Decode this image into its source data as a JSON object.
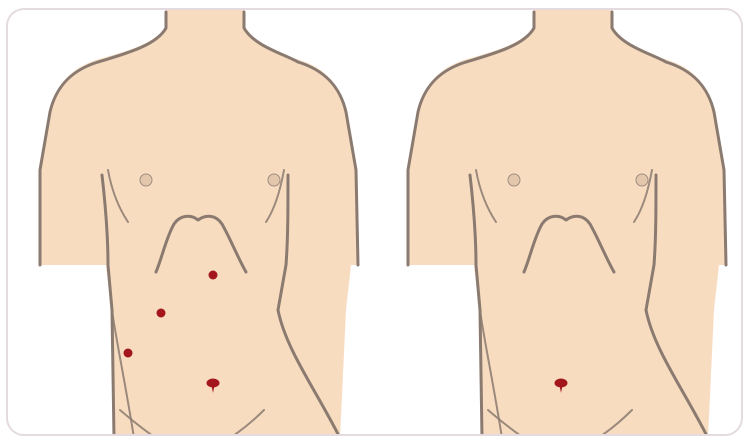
{
  "figure": {
    "panels": [
      {
        "id": "multi-port",
        "incisions": [
          {
            "site": "upper-midline",
            "marker": "port-dot"
          },
          {
            "site": "right-middle",
            "marker": "port-dot"
          },
          {
            "site": "right-lower",
            "marker": "port-dot"
          },
          {
            "site": "umbilicus",
            "marker": "umbilical-port"
          }
        ]
      },
      {
        "id": "single-port",
        "incisions": [
          {
            "site": "umbilicus",
            "marker": "umbilical-port"
          }
        ]
      }
    ],
    "colors": {
      "skin": "#f8dcc0",
      "outline": "#8a7a70",
      "nipple": "#dfc2a8",
      "incision": "#a3171c",
      "frame_border": "#e4dbe0",
      "background": "#ffffff"
    }
  }
}
